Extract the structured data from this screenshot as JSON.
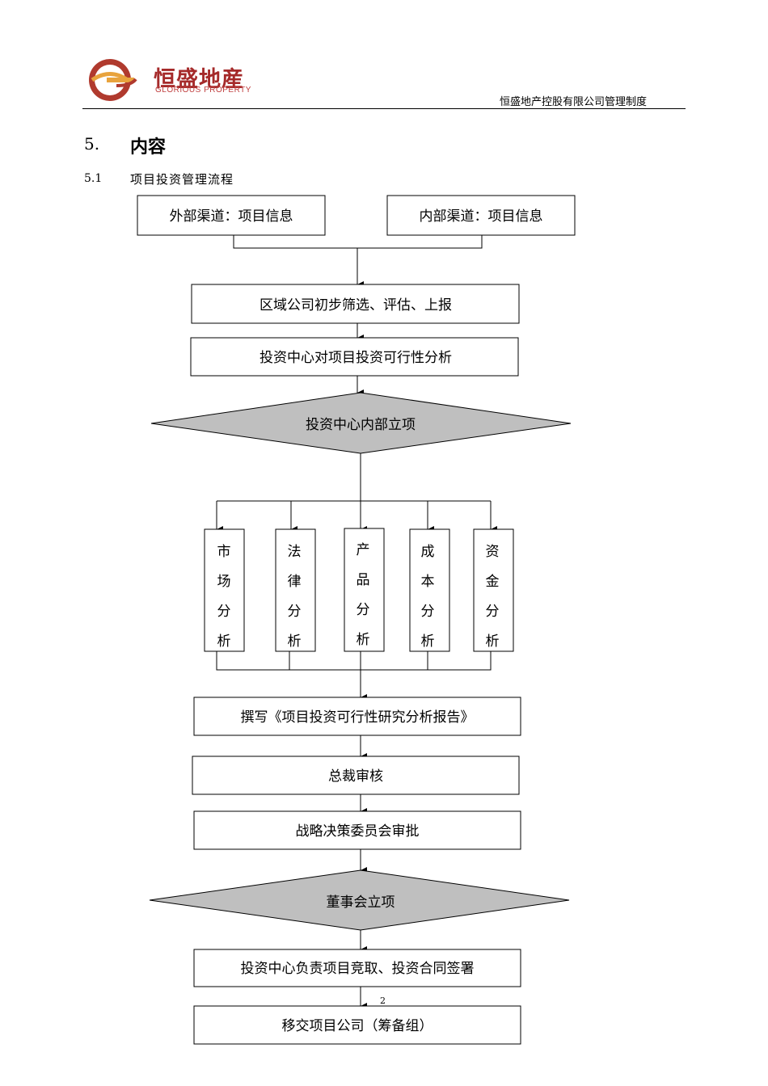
{
  "header": {
    "logo_cn": "恒盛地産",
    "logo_en": "GLORIOUS PROPERTY",
    "company_doc": "恒盛地产控股有限公司管理制度"
  },
  "section": {
    "number": "5.",
    "title": "内容"
  },
  "subsection": {
    "number": "5.1",
    "title": "项目投资管理流程"
  },
  "flow": {
    "external_channel": "外部渠道：项目信息",
    "internal_channel": "内部渠道：项目信息",
    "regional_screening": "区域公司初步筛选、评估、上报",
    "feasibility_analysis": "投资中心对项目投资可行性分析",
    "internal_approval": "投资中心内部立项",
    "analyses": [
      {
        "chars": [
          "市",
          "场",
          "分",
          "析"
        ]
      },
      {
        "chars": [
          "法",
          "律",
          "分",
          "析"
        ]
      },
      {
        "chars": [
          "产",
          "品",
          "分",
          "析"
        ]
      },
      {
        "chars": [
          "成",
          "本",
          "分",
          "析"
        ]
      },
      {
        "chars": [
          "资",
          "金",
          "分",
          "析"
        ]
      }
    ],
    "write_report": "撰写《项目投资可行性研究分析报告》",
    "president_review": "总裁审核",
    "committee_approval": "战略决策委员会审批",
    "board_approval": "董事会立项",
    "bidding_signing": "投资中心负责项目竞取、投资合同签署",
    "handover": "移交项目公司（筹备组）"
  },
  "page_number": "2"
}
